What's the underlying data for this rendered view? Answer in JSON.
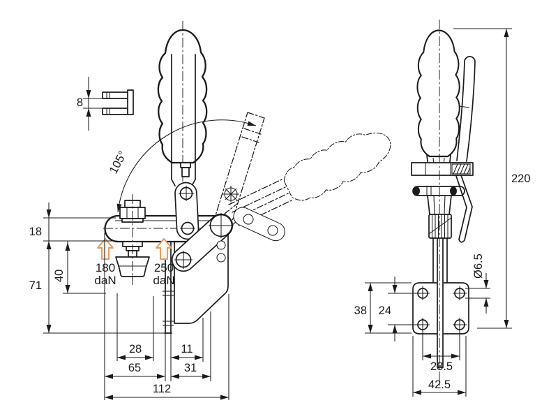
{
  "drawing": {
    "type": "technical-drawing",
    "subject": "vertical toggle clamp, front and side orthographic views with dimensions",
    "line_color": "#1b1b1b",
    "force_arrow_color": "#e59a63",
    "front_view": {
      "opening_angle": "105°",
      "fork_slot_width": "8",
      "arm_thickness": "18",
      "spindle_travel": "40",
      "base_height": "71",
      "force_left": {
        "value": "180",
        "unit": "daN"
      },
      "force_right": {
        "value": "250",
        "unit": "daN"
      },
      "bottom_dims": {
        "d28": "28",
        "d11": "11",
        "d65": "65",
        "d31": "31",
        "d112": "112"
      }
    },
    "side_view": {
      "total_height": "220",
      "hole_diameter": "Ø6.5",
      "plate_height": "38",
      "hole_spacing_vertical": "24",
      "hole_spacing_horizontal": "28.5",
      "plate_width": "42.5"
    }
  }
}
